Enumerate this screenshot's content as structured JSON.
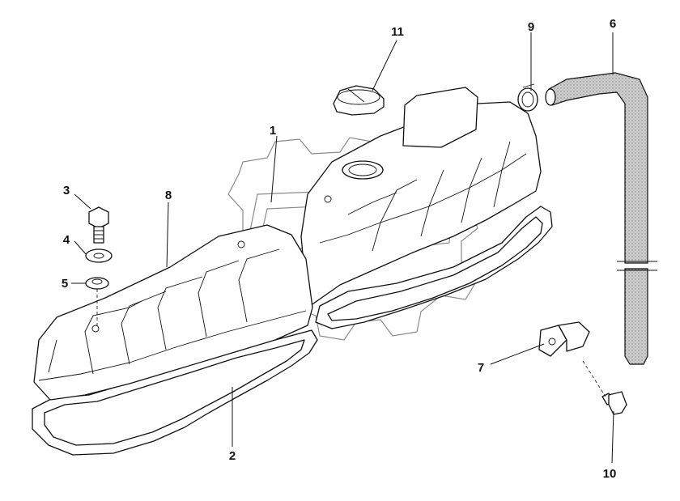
{
  "callouts": [
    {
      "id": "1",
      "label": "1"
    },
    {
      "id": "2",
      "label": "2"
    },
    {
      "id": "3",
      "label": "3"
    },
    {
      "id": "4",
      "label": "4"
    },
    {
      "id": "5",
      "label": "5"
    },
    {
      "id": "6",
      "label": "6"
    },
    {
      "id": "7",
      "label": "7"
    },
    {
      "id": "8",
      "label": "8"
    },
    {
      "id": "9",
      "label": "9"
    },
    {
      "id": "10",
      "label": "10"
    },
    {
      "id": "11",
      "label": "11"
    }
  ],
  "colors": {
    "line": "#111111",
    "watermark": "#8a8a8a",
    "hose_fill": "#c8c8c8"
  }
}
